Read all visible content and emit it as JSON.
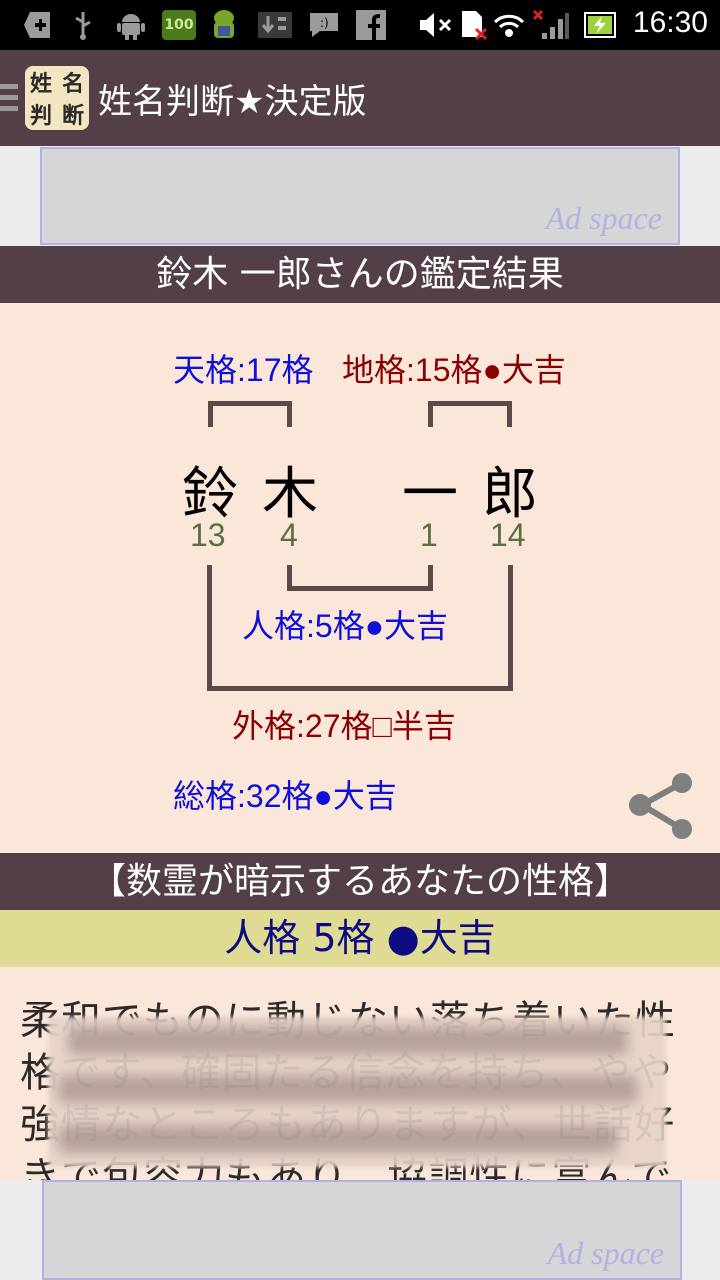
{
  "status_bar": {
    "icons": [
      "add-icon",
      "usb-icon",
      "android-icon",
      "battery-100-icon",
      "android-app-icon",
      "download-icon",
      "chat-icon",
      "facebook-icon",
      "mute-icon",
      "sim-error-icon",
      "wifi-icon",
      "signal-no-service-icon",
      "battery-charging-icon"
    ],
    "battery_badge": "100",
    "time": "16:30"
  },
  "action_bar": {
    "logo_chars": [
      "姓",
      "名",
      "判",
      "断"
    ],
    "title": "姓名判断★決定版"
  },
  "ads": {
    "top_label": "Ad space",
    "bottom_label": "Ad space"
  },
  "result": {
    "header": "鈴木 一郎さんの鑑定結果",
    "name": {
      "surname": [
        {
          "char": "鈴",
          "strokes": "13"
        },
        {
          "char": "木",
          "strokes": "4"
        }
      ],
      "given": [
        {
          "char": "一",
          "strokes": "1"
        },
        {
          "char": "郎",
          "strokes": "14"
        }
      ]
    },
    "tenkaku": "天格:17格",
    "chikaku": "地格:15格●大吉",
    "jinkaku": "人格:5格●大吉",
    "gaikaku": "外格:27格□半吉",
    "soukaku": "総格:32格●大吉"
  },
  "personality": {
    "section_header": "【数霊が暗示するあなたの性格】",
    "sub_header": "人格 5格 ●大吉",
    "text": "柔和でものに動じない落ち着いた性格です、確固たる信念を持ち、やや強情なところもありますが、世話好きで包容力もあり、協調性に富んで"
  },
  "colors": {
    "header_bg": "#523f47",
    "panel_bg": "#fbe7da",
    "sub_header_bg": "#dfdb92",
    "lucky_blue": "#1010d8",
    "lucky_red": "#8b0000",
    "stroke_green": "#5a7040"
  }
}
